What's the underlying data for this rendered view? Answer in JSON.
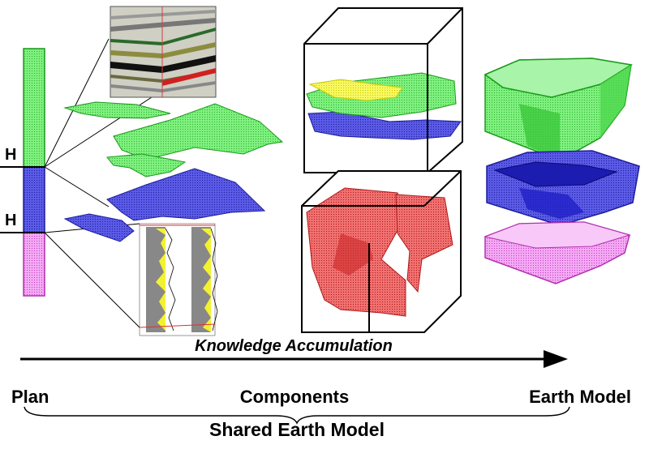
{
  "markers": [
    "H",
    "H"
  ],
  "arrow_label": "Knowledge Accumulation",
  "stages": {
    "plan": "Plan",
    "components": "Components",
    "earth_model": "Earth Model"
  },
  "footer_title": "Shared Earth Model",
  "colors": {
    "green": "#5ee85e",
    "blue": "#3d3dd6",
    "magenta": "#e060e0",
    "red": "#e03030",
    "yellow": "#f2f230"
  }
}
